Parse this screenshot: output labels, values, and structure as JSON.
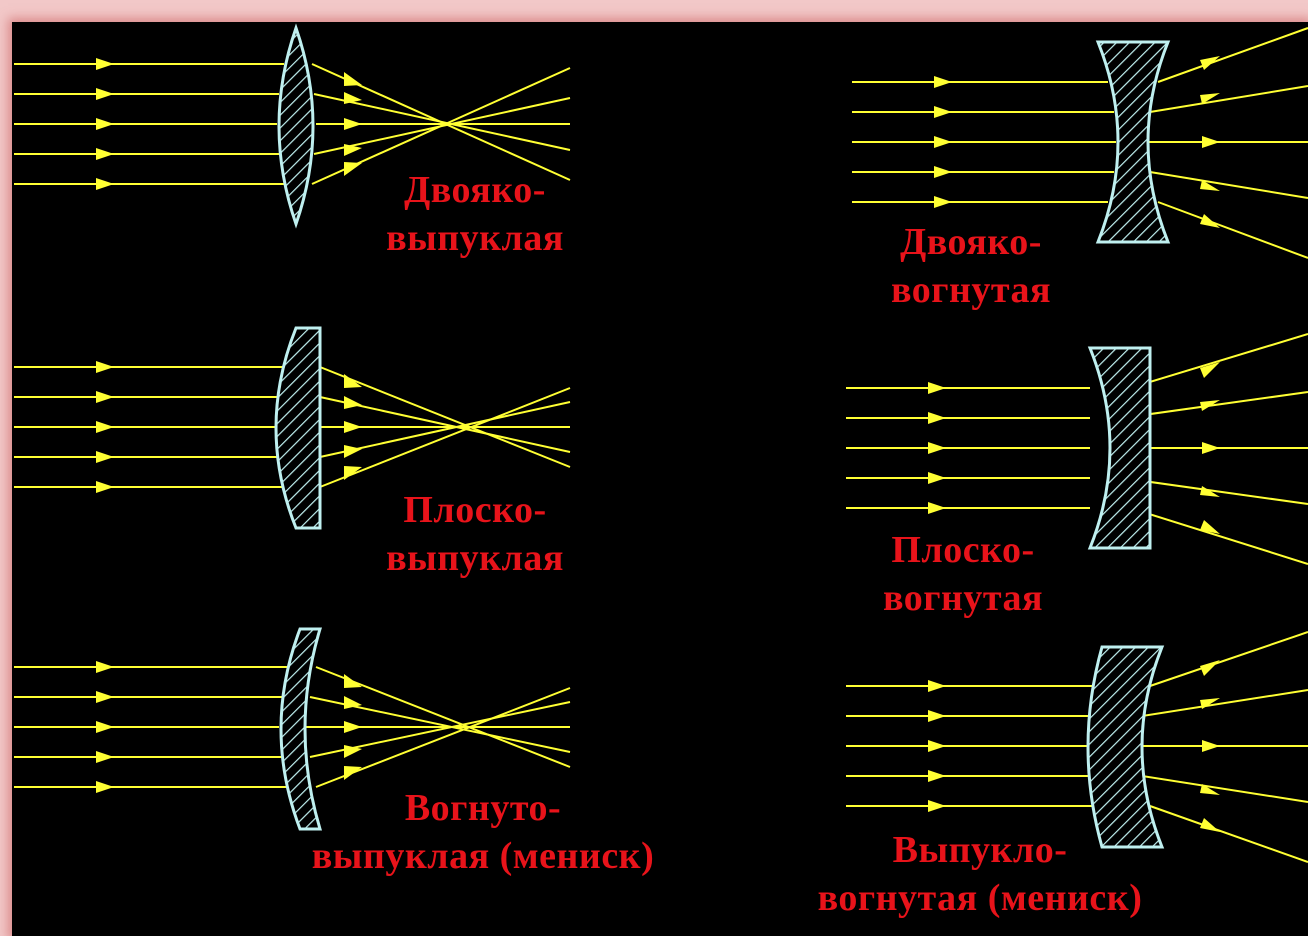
{
  "colors": {
    "background": "#000000",
    "frame": "#f2c8c8",
    "ray": "#ffff33",
    "lens_outline": "#bff0f0",
    "label": "#e8131a"
  },
  "converging": {
    "biconvex": {
      "line1": "Двояко-",
      "line2": "выпуклая"
    },
    "planoconvex": {
      "line1": "Плоско-",
      "line2": "выпуклая"
    },
    "meniscus": {
      "line1": "Вогнуто-",
      "line2": "выпуклая (мениск)"
    }
  },
  "diverging": {
    "biconcave": {
      "line1": "Двояко-",
      "line2": "вогнутая"
    },
    "planoconcave": {
      "line1": "Плоско-",
      "line2": "вогнутая"
    },
    "meniscus": {
      "line1": "Выпукло-",
      "line2": "вогнутая (мениск)"
    }
  }
}
